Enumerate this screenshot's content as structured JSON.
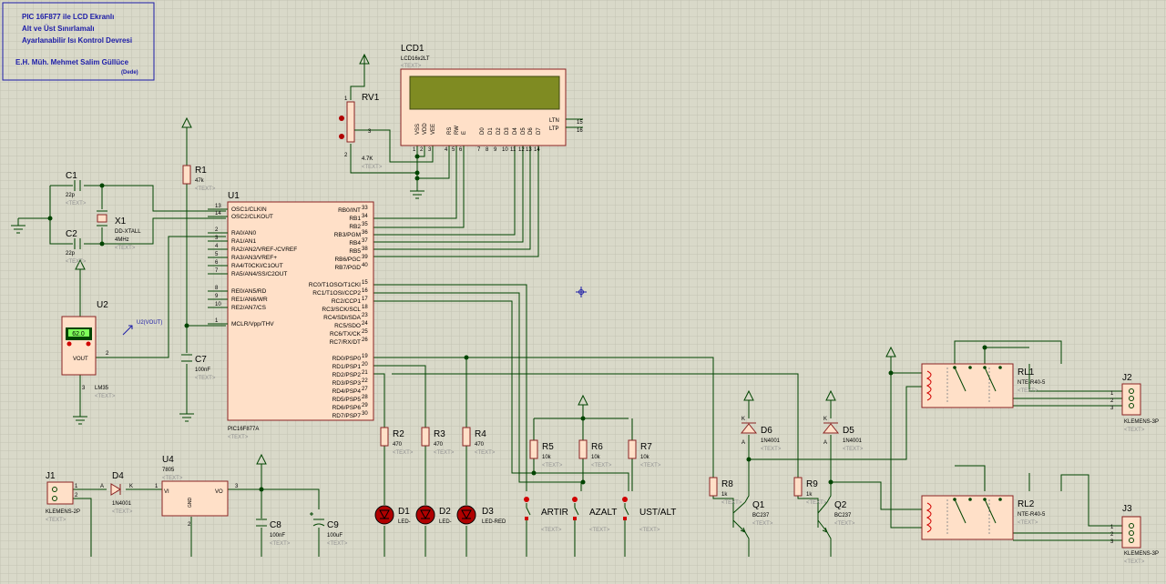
{
  "colors": {
    "bg": "#d9d9c9",
    "grid": "#c3c3b3",
    "wire": "#004400",
    "body": "#ffe0c8",
    "outline": "#8a2222",
    "text": "#000000",
    "faint": "#909090",
    "title": "#1c1ca8"
  },
  "title_block": {
    "line1": "PIC 16F877 ile LCD Ekranlı",
    "line2": "Alt ve Üst Sınırlamalı",
    "line3": "Ayarlanabilir Isı Kontrol Devresi",
    "line4": "E.H. Müh. Mehmet Salim Güllüce",
    "line5": "(Dede)"
  },
  "placeholder": "<TEXT>",
  "lcd": {
    "ref": "LCD1",
    "model": "LCD16x2LT",
    "pins": [
      "VSS",
      "VDD",
      "VEE",
      "RS",
      "RW",
      "E",
      "D0",
      "D1",
      "D2",
      "D3",
      "D4",
      "D5",
      "D6",
      "D7"
    ],
    "pin_nums": [
      "1",
      "2",
      "3",
      "4",
      "5",
      "6",
      "7",
      "8",
      "9",
      "10",
      "11",
      "12",
      "13",
      "14"
    ],
    "ltn": "LTN",
    "ltp": "LTP",
    "n15": "15",
    "n16": "16"
  },
  "rv1": {
    "ref": "RV1",
    "value": "4.7K",
    "p1": "1",
    "p2": "2",
    "p3": "3"
  },
  "u1": {
    "ref": "U1",
    "model": "PIC16F877A",
    "left_pins": [
      [
        "13",
        "OSC1/CLKIN"
      ],
      [
        "14",
        "OSC2/CLKOUT"
      ],
      [
        "2",
        "RA0/AN0"
      ],
      [
        "3",
        "RA1/AN1"
      ],
      [
        "4",
        "RA2/AN2/VREF-/CVREF"
      ],
      [
        "5",
        "RA3/AN3/VREF+"
      ],
      [
        "6",
        "RA4/T0CKI/C1OUT"
      ],
      [
        "7",
        "RA5/AN4/SS/C2OUT"
      ],
      [
        "8",
        "RE0/AN5/RD"
      ],
      [
        "9",
        "RE1/AN6/WR"
      ],
      [
        "10",
        "RE2/AN7/CS"
      ],
      [
        "1",
        "MCLR/Vpp/THV"
      ]
    ],
    "right_pins": [
      [
        "33",
        "RB0/INT"
      ],
      [
        "34",
        "RB1"
      ],
      [
        "35",
        "RB2"
      ],
      [
        "36",
        "RB3/PGM"
      ],
      [
        "37",
        "RB4"
      ],
      [
        "38",
        "RB5"
      ],
      [
        "39",
        "RB6/PGC"
      ],
      [
        "40",
        "RB7/PGD"
      ],
      [
        "15",
        "RC0/T1OSO/T1CKI"
      ],
      [
        "16",
        "RC1/T1OSI/CCP2"
      ],
      [
        "17",
        "RC2/CCP1"
      ],
      [
        "18",
        "RC3/SCK/SCL"
      ],
      [
        "23",
        "RC4/SDI/SDA"
      ],
      [
        "24",
        "RC5/SDO"
      ],
      [
        "25",
        "RC6/TX/CK"
      ],
      [
        "26",
        "RC7/RX/DT"
      ],
      [
        "19",
        "RD0/PSP0"
      ],
      [
        "20",
        "RD1/PSP1"
      ],
      [
        "21",
        "RD2/PSP2"
      ],
      [
        "22",
        "RD3/PSP3"
      ],
      [
        "27",
        "RD4/PSP4"
      ],
      [
        "28",
        "RD5/PSP5"
      ],
      [
        "29",
        "RD6/PSP6"
      ],
      [
        "30",
        "RD7/PSP7"
      ]
    ]
  },
  "c1": {
    "ref": "C1",
    "value": "22p"
  },
  "c2": {
    "ref": "C2",
    "value": "22p"
  },
  "x1": {
    "ref": "X1",
    "model": "DD-XTALL",
    "value": "4MHz"
  },
  "r1": {
    "ref": "R1",
    "value": "47k"
  },
  "c7": {
    "ref": "C7",
    "value": "100nF"
  },
  "u2": {
    "ref": "U2",
    "display": "62.0",
    "vout": "VOUT",
    "model": "LM35",
    "probe": "U2(VOUT)",
    "p2": "2",
    "p3": "3"
  },
  "j1": {
    "ref": "J1",
    "model": "KLEMENS-2P",
    "p1": "1",
    "p2": "2"
  },
  "d4": {
    "ref": "D4",
    "value": "1N4001",
    "a": "A",
    "k": "K"
  },
  "u4": {
    "ref": "U4",
    "value": "7805",
    "vi": "VI",
    "vo": "VO",
    "gnd": "GND",
    "p1": "1",
    "p2": "2",
    "p3": "3"
  },
  "c8": {
    "ref": "C8",
    "value": "100nF"
  },
  "c9": {
    "ref": "C9",
    "value": "100uF"
  },
  "r2": {
    "ref": "R2",
    "value": "470"
  },
  "r3": {
    "ref": "R3",
    "value": "470"
  },
  "r4": {
    "ref": "R4",
    "value": "470"
  },
  "d1": {
    "ref": "D1",
    "label": "LED-"
  },
  "d2": {
    "ref": "D2",
    "label": "LED-"
  },
  "d3": {
    "ref": "D3",
    "label": "LED-RED"
  },
  "r5": {
    "ref": "R5",
    "value": "10k"
  },
  "r6": {
    "ref": "R6",
    "value": "10k"
  },
  "r7": {
    "ref": "R7",
    "value": "10k"
  },
  "buttons": {
    "b1": "ARTIR",
    "b2": "AZALT",
    "b3": "UST/ALT"
  },
  "r8": {
    "ref": "R8",
    "value": "1k"
  },
  "r9": {
    "ref": "R9",
    "value": "1k"
  },
  "q1": {
    "ref": "Q1",
    "value": "BC237"
  },
  "q2": {
    "ref": "Q2",
    "value": "BC237"
  },
  "d6": {
    "ref": "D6",
    "value": "1N4001"
  },
  "d5": {
    "ref": "D5",
    "value": "1N4001"
  },
  "rl1": {
    "ref": "RL1",
    "value": "NTE-R40-5"
  },
  "rl2": {
    "ref": "RL2",
    "value": "NTE-R40-5"
  },
  "j2": {
    "ref": "J2",
    "model": "KLEMENS-3P",
    "p1": "1",
    "p2": "2",
    "p3": "3"
  },
  "j3": {
    "ref": "J3",
    "model": "KLEMENS-3P",
    "p1": "1",
    "p2": "2",
    "p3": "3"
  },
  "ka": {
    "k": "K",
    "a": "A"
  }
}
